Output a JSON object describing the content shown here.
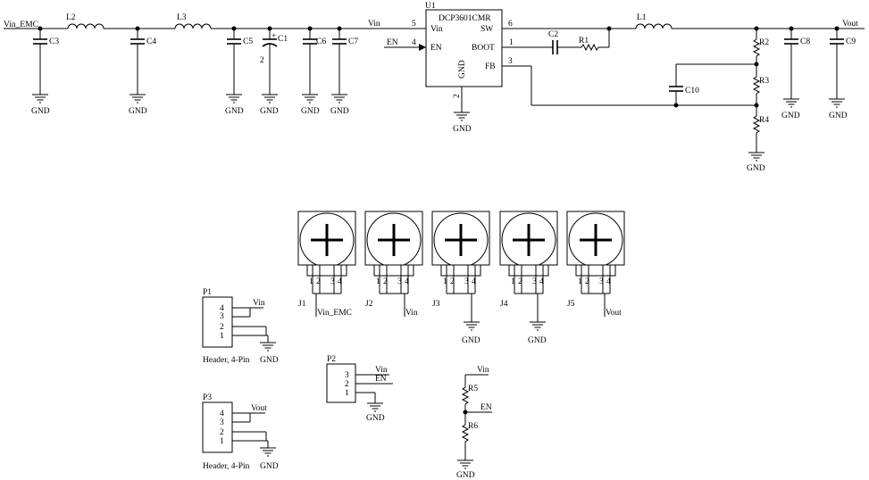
{
  "net_labels": {
    "vin_emc": "Vin_EMC",
    "vin": "Vin",
    "en": "EN",
    "vout": "Vout",
    "gnd": "GND"
  },
  "ic": {
    "ref": "U1",
    "part": "DCP3601CMR",
    "pins": {
      "vin": {
        "num": "5",
        "name": "Vin"
      },
      "en": {
        "num": "4",
        "name": "EN"
      },
      "sw": {
        "num": "6",
        "name": "SW"
      },
      "boot": {
        "num": "1",
        "name": "BOOT"
      },
      "fb": {
        "num": "3",
        "name": "FB"
      },
      "gnd": {
        "num": "2",
        "name": "GND"
      }
    }
  },
  "inductors": {
    "l1": "L1",
    "l2": "L2",
    "l3": "L3"
  },
  "capacitors": {
    "c1": "C1",
    "c1_plus": "+",
    "c1_pin2": "2",
    "c2": "C2",
    "c3": "C3",
    "c4": "C4",
    "c5": "C5",
    "c6": "C6",
    "c7": "C7",
    "c8": "C8",
    "c9": "C9",
    "c10": "C10"
  },
  "resistors": {
    "r1": "R1",
    "r2": "R2",
    "r3": "R3",
    "r4": "R4",
    "r5": "R5",
    "r6": "R6"
  },
  "connectors": {
    "jacks": [
      {
        "ref": "J1",
        "net": "Vin_EMC"
      },
      {
        "ref": "J2",
        "net": "Vin"
      },
      {
        "ref": "J3",
        "net": "GND"
      },
      {
        "ref": "J4",
        "net": "GND"
      },
      {
        "ref": "J5",
        "net": "Vout"
      }
    ],
    "jack_pins": [
      "1",
      "2",
      "3",
      "4"
    ],
    "p1": {
      "ref": "P1",
      "desc": "Header, 4-Pin",
      "pins": [
        "4",
        "3",
        "2",
        "1"
      ],
      "net": "Vin",
      "gnd": "GND"
    },
    "p2": {
      "ref": "P2",
      "pins": [
        "3",
        "2",
        "1"
      ],
      "net_vin": "Vin",
      "net_en": "EN",
      "gnd": "GND"
    },
    "p3": {
      "ref": "P3",
      "desc": "Header, 4-Pin",
      "pins": [
        "4",
        "3",
        "2",
        "1"
      ],
      "net": "Vout",
      "gnd": "GND"
    }
  }
}
